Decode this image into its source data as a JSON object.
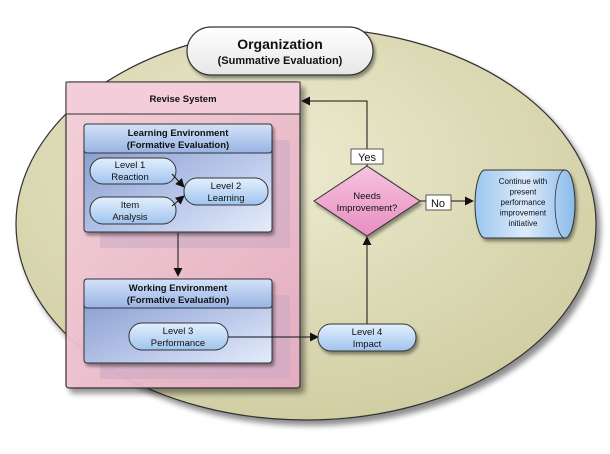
{
  "organization": {
    "title": "Organization",
    "subtitle": "(Summative Evaluation)"
  },
  "revise_system": {
    "label": "Revise System"
  },
  "learning_environment": {
    "title": "Learning Environment",
    "subtitle": "(Formative Evaluation)",
    "level1": {
      "line1": "Level 1",
      "line2": "Reaction"
    },
    "item_analysis": {
      "line1": "Item",
      "line2": "Analysis"
    },
    "level2": {
      "line1": "Level 2",
      "line2": "Learning"
    }
  },
  "working_environment": {
    "title": "Working Environment",
    "subtitle": "(Formative Evaluation)",
    "level3": {
      "line1": "Level 3",
      "line2": "Performance"
    }
  },
  "level4": {
    "line1": "Level 4",
    "line2": "Impact"
  },
  "decision": {
    "line1": "Needs",
    "line2": "Improvement?"
  },
  "yes_label": "Yes",
  "no_label": "No",
  "continue_box": {
    "lines": [
      "Continue with",
      "present",
      "performance",
      "improvement",
      "initiative"
    ]
  },
  "colors": {
    "ellipse_fill": "#dedcb4",
    "revise_fill": "#f2c4d2",
    "header_blue": "#a9c3ec",
    "pill_blue": "#bcd8f7",
    "decision_fill": "#f0a9cf",
    "line": "#222222"
  }
}
